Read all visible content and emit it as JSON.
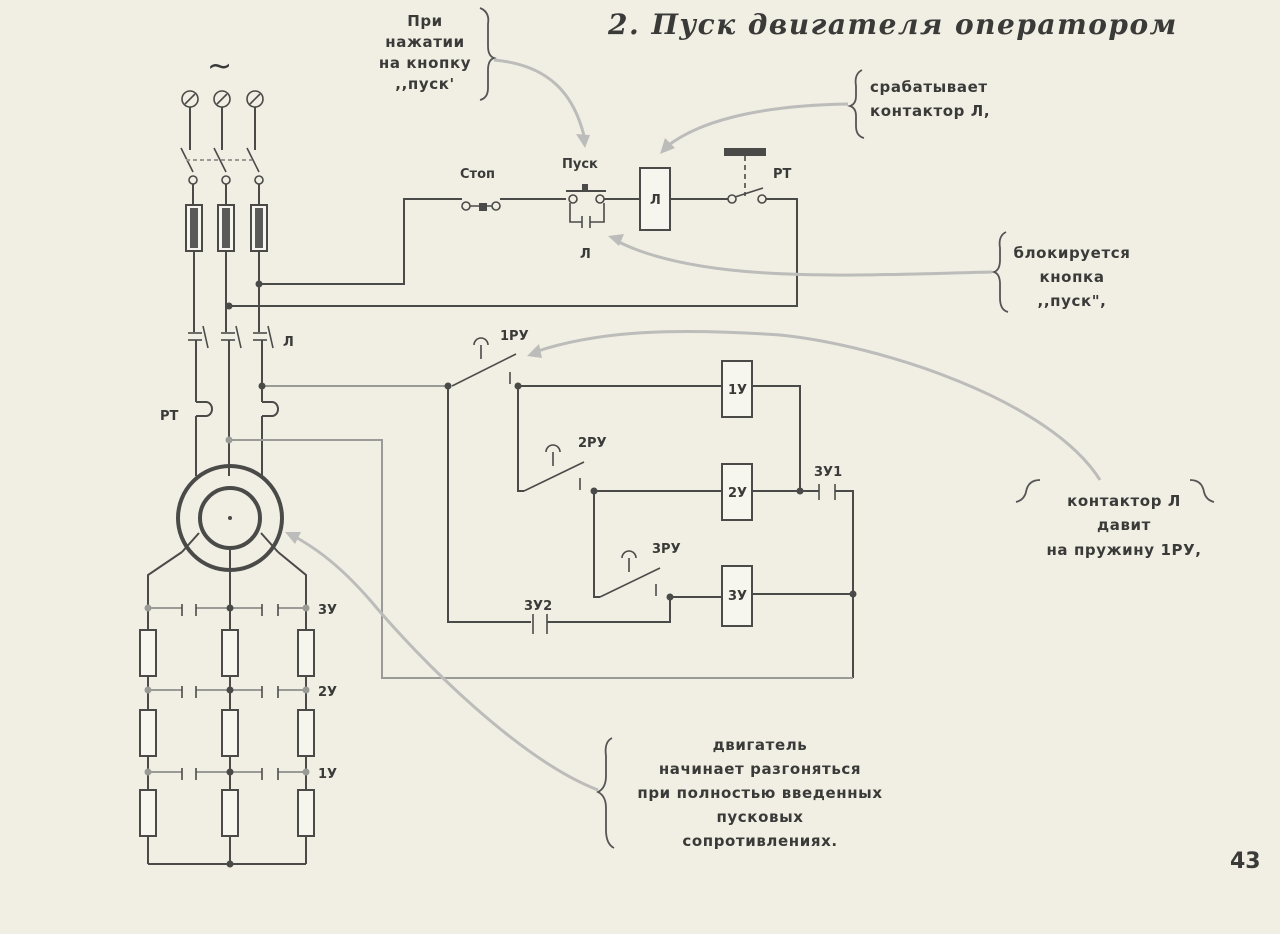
{
  "title": "2. Пуск двигателя оператором",
  "page_number": "43",
  "ac_symbol": "~",
  "labels": {
    "stop": "Стоп",
    "start": "Пуск",
    "l_coil": "Л",
    "l_contact": "Л",
    "l_main": "Л",
    "rt_top": "РТ",
    "rt_left": "РТ",
    "ru1": "1РУ",
    "ru2": "2РУ",
    "ru3": "3РУ",
    "u1_coil": "1У",
    "u2_coil": "2У",
    "u3_coil": "3У",
    "u31": "3У1",
    "u32": "3У2",
    "res_3u": "3У",
    "res_2u": "2У",
    "res_1u": "1У"
  },
  "annotations": {
    "press_start": [
      "При",
      "нажатии",
      "на кнопку",
      ",,пуск'"
    ],
    "contactor_trips": [
      "срабатывает",
      "контактор Л,"
    ],
    "button_locked": [
      "блокируется",
      "кнопка",
      ",,пуск\","
    ],
    "contactor_presses": [
      "контактор Л",
      "давит",
      "на пружину 1РУ,"
    ],
    "motor_accelerates": [
      "двигатель",
      "начинает  разгоняться",
      "при полностью введенных",
      "пусковых",
      "сопротивлениях."
    ]
  }
}
